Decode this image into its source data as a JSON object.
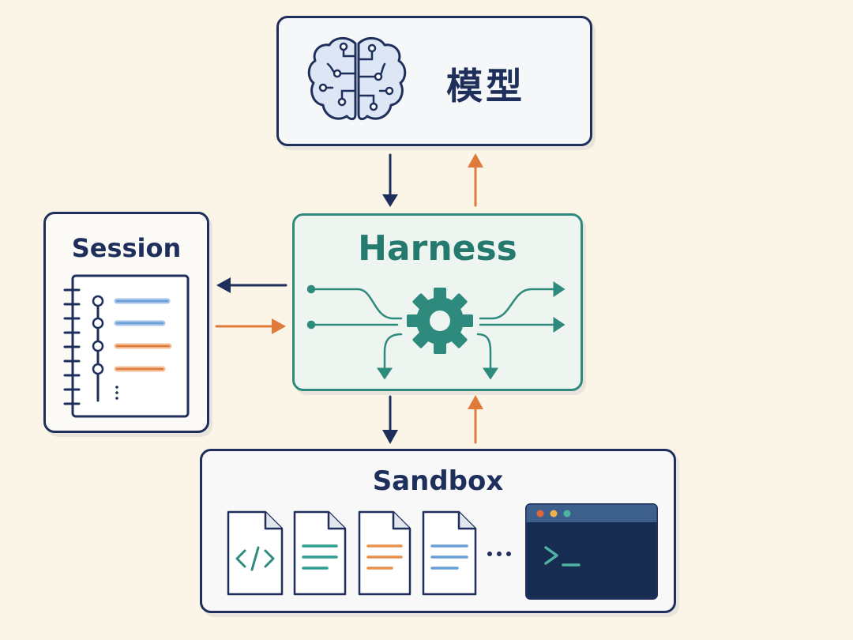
{
  "model": {
    "label": "模型"
  },
  "harness": {
    "label": "Harness"
  },
  "session": {
    "label": "Session"
  },
  "sandbox": {
    "label": "Sandbox"
  },
  "colors": {
    "navy": "#1e2f5c",
    "teal": "#2f8a7e",
    "orange": "#e07a3a",
    "blue": "#6aa0d8",
    "background": "#fbf5e8"
  },
  "icons": [
    "brain-icon",
    "gear-icon",
    "notebook-icon",
    "code-file-icon",
    "text-file-icon",
    "terminal-icon"
  ]
}
